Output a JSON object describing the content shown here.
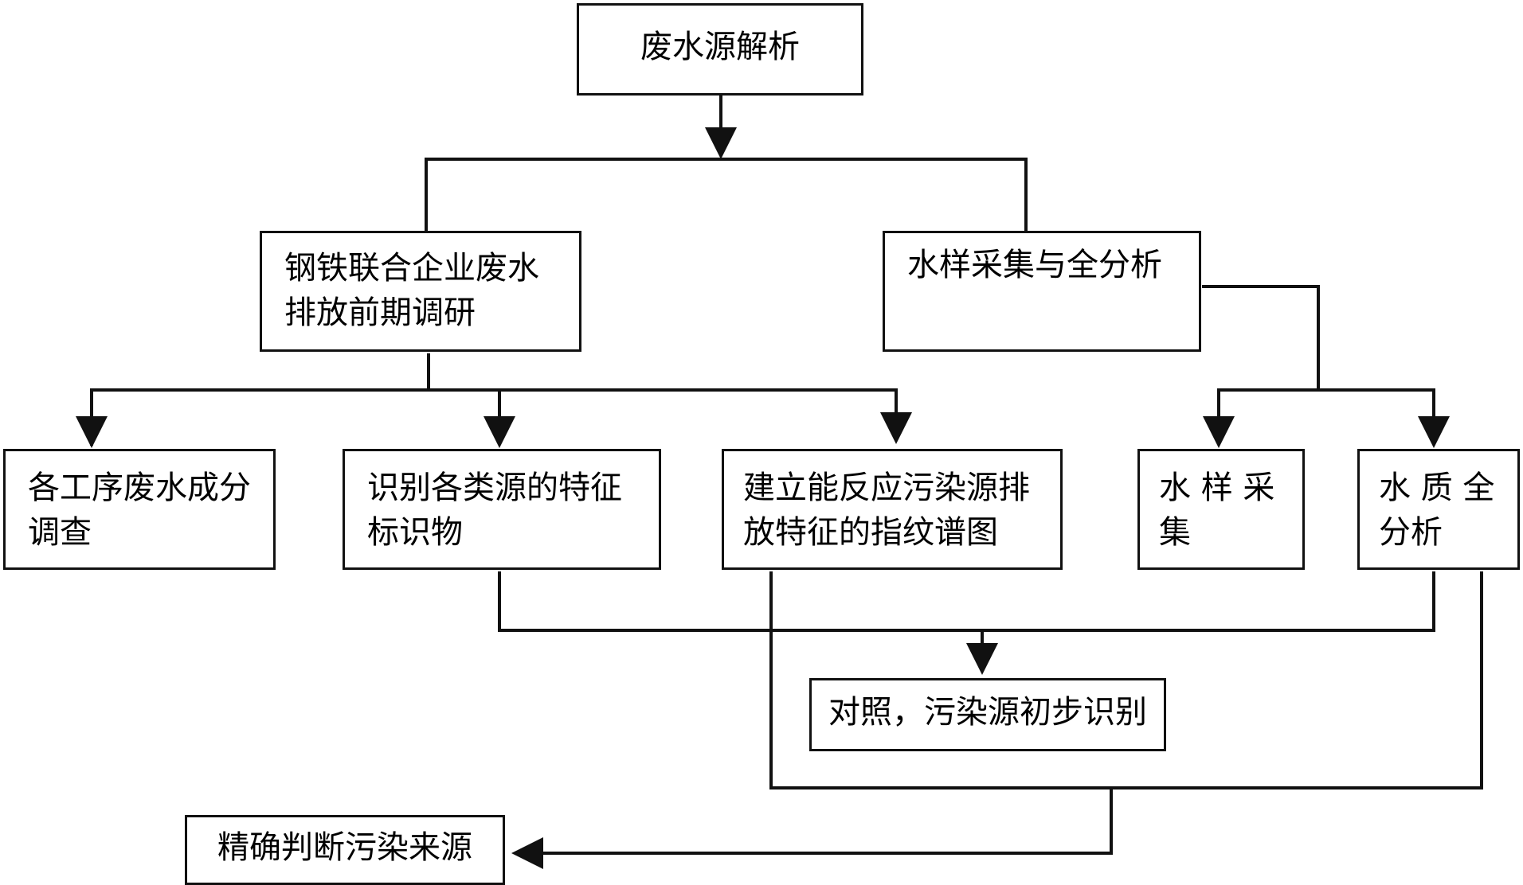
{
  "nodes": {
    "root": "废水源解析",
    "survey": [
      "钢铁联合企业废水",
      "排放前期调研"
    ],
    "sampling": "水样采集与全分析",
    "process": [
      "各工序废水成分",
      "调查"
    ],
    "markers": [
      "识别各类源的特征",
      "标识物"
    ],
    "fingerprint": [
      "建立能反应污染源排",
      "放特征的指纹谱图"
    ],
    "water_sample": [
      "水 样 采",
      "集"
    ],
    "water_quality": [
      "水 质 全",
      "分析"
    ],
    "compare": "对照，污染源初步识别",
    "final": "精确判断污染来源"
  }
}
